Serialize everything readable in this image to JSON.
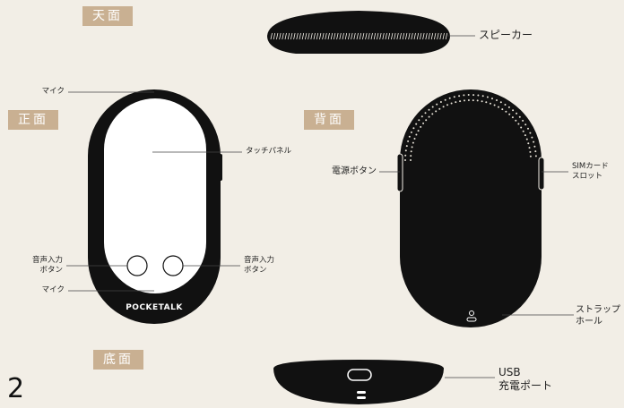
{
  "tags": {
    "top": "天面",
    "front": "正面",
    "back": "背面",
    "bottom": "底面"
  },
  "labels": {
    "speaker": "スピーカー",
    "mic_top": "マイク",
    "touch_panel": "タッチパネル",
    "voice_button_left": [
      "音声入力",
      "ボタン"
    ],
    "voice_button_right": [
      "音声入力",
      "ボタン"
    ],
    "mic_bottom": "マイク",
    "power_button": "電源ボタン",
    "sim_slot": [
      "SIMカード",
      "スロット"
    ],
    "strap_hole": [
      "ストラップ",
      "ホール"
    ],
    "usb_port": [
      "USB",
      "充電ポート"
    ]
  },
  "brand_logo": "POCKETALK",
  "page_number": "2",
  "colors": {
    "background": "#f2eee6",
    "device": "#111111",
    "screen": "#ffffff",
    "tag": "#c9b092",
    "leader": "#444444"
  }
}
